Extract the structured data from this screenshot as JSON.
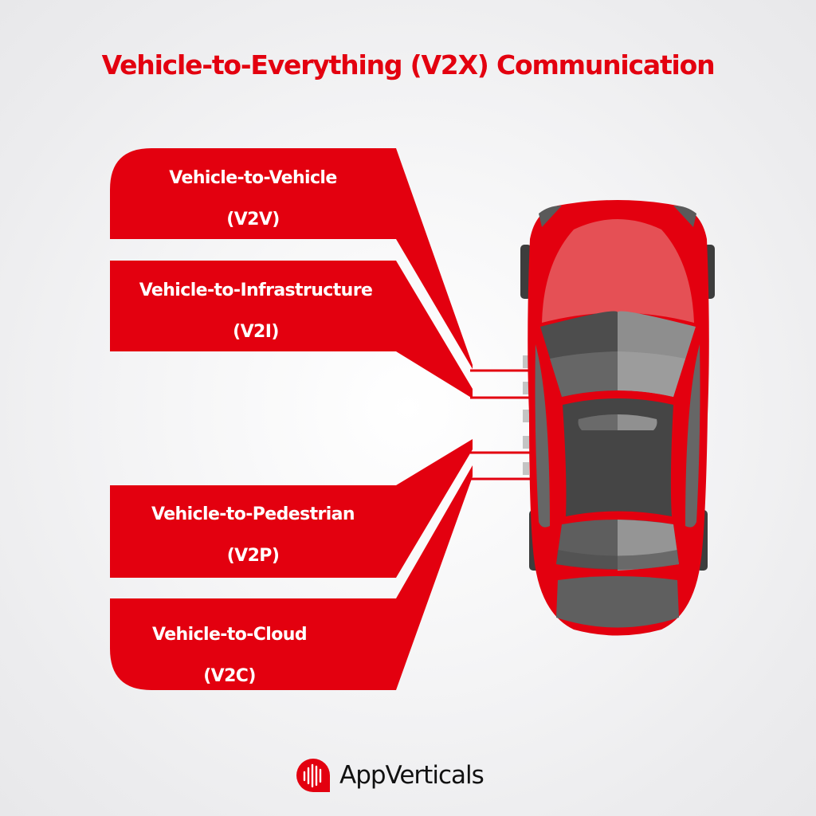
{
  "title": "Vehicle-to-Everything (V2X) Communication",
  "colors": {
    "accent": "#e3000f",
    "background": "#f2f2f4",
    "car_body": "#e3000f",
    "car_roof": "#e55055",
    "glass_dark": "#4a4a4a",
    "glass_light": "#8e8e8e"
  },
  "nodes": [
    {
      "id": "v2v",
      "name": "Vehicle-to-Vehicle",
      "abbr": "(V2V)"
    },
    {
      "id": "v2i",
      "name": "Vehicle-to-Infrastructure",
      "abbr": "(V2I)"
    },
    {
      "id": "v2p",
      "name": "Vehicle-to-Pedestrian",
      "abbr": "(V2P)"
    },
    {
      "id": "v2c",
      "name": "Vehicle-to-Cloud",
      "abbr": "(V2C)"
    }
  ],
  "center": {
    "label": "car-top-view"
  },
  "logo": {
    "text": "AppVerticals",
    "icon": "appverticals-logo-icon"
  }
}
